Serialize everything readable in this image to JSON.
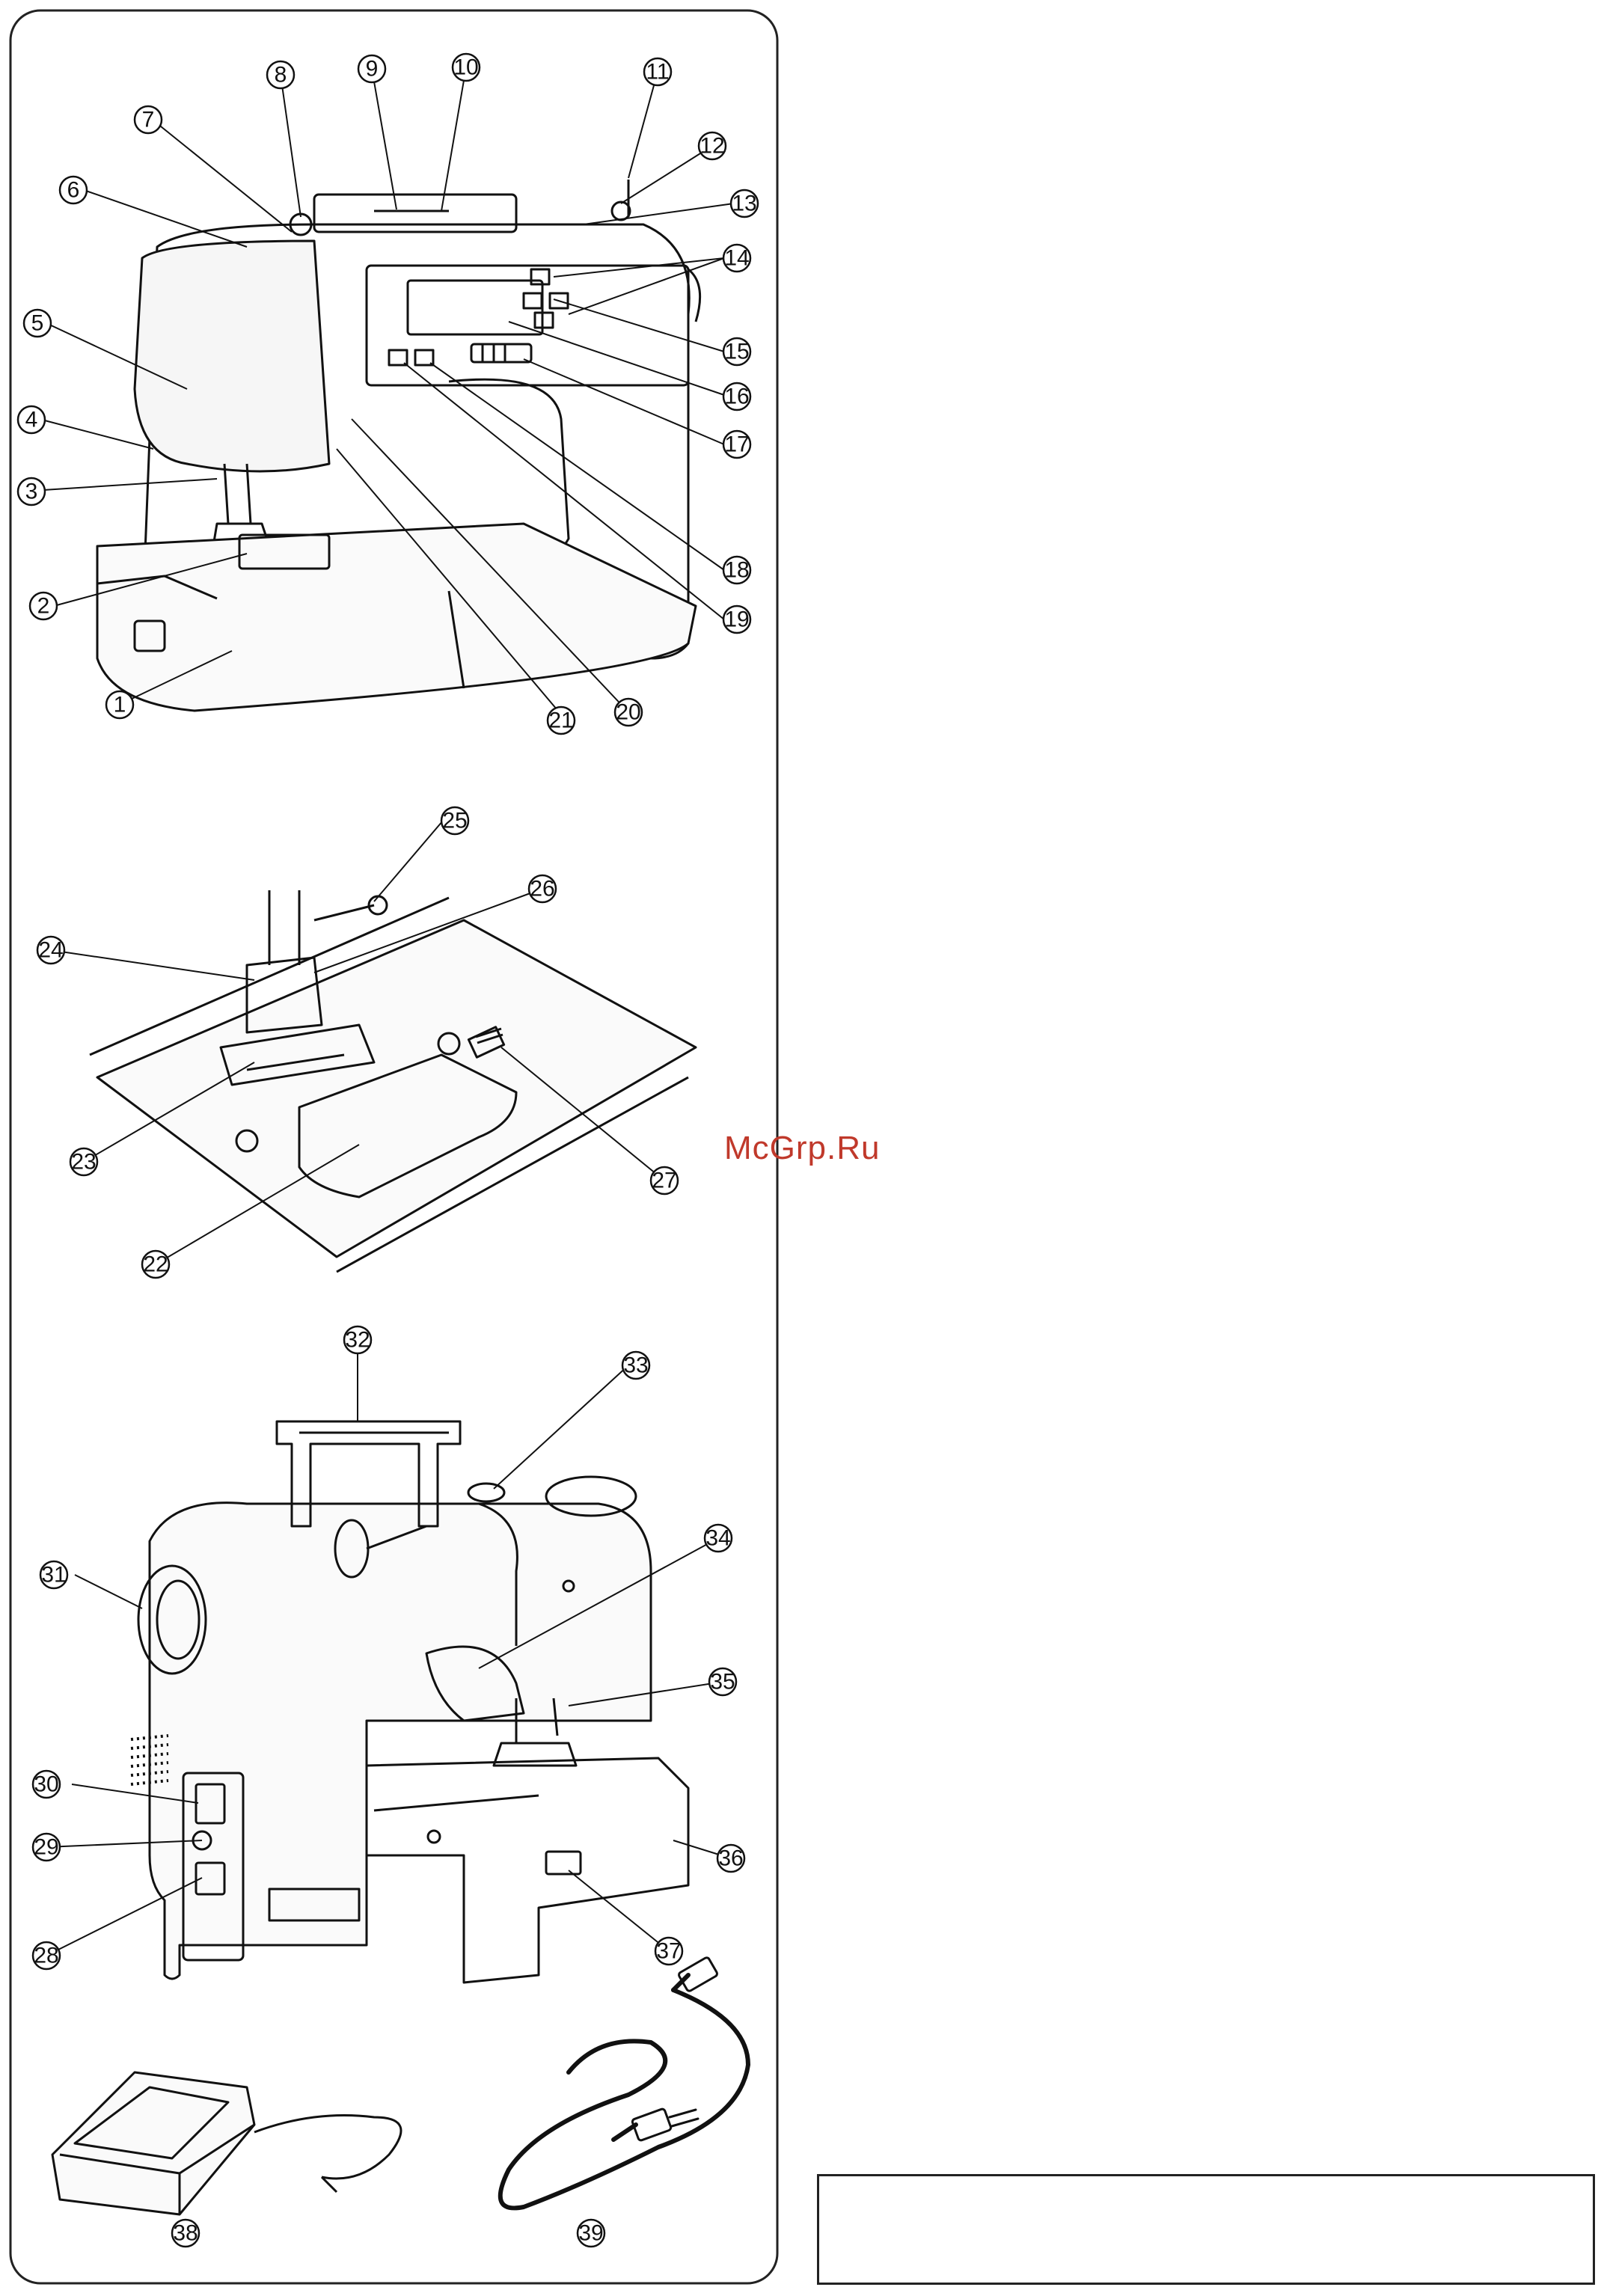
{
  "watermark": "McGrp.Ru",
  "callouts": [
    "1",
    "2",
    "3",
    "4",
    "5",
    "6",
    "7",
    "8",
    "9",
    "10",
    "11",
    "12",
    "13",
    "14",
    "15",
    "16",
    "17",
    "18",
    "19",
    "20",
    "21",
    "22",
    "23",
    "24",
    "25",
    "26",
    "27",
    "28",
    "29",
    "30",
    "31",
    "32",
    "33",
    "34",
    "35",
    "36",
    "37",
    "38",
    "39"
  ]
}
